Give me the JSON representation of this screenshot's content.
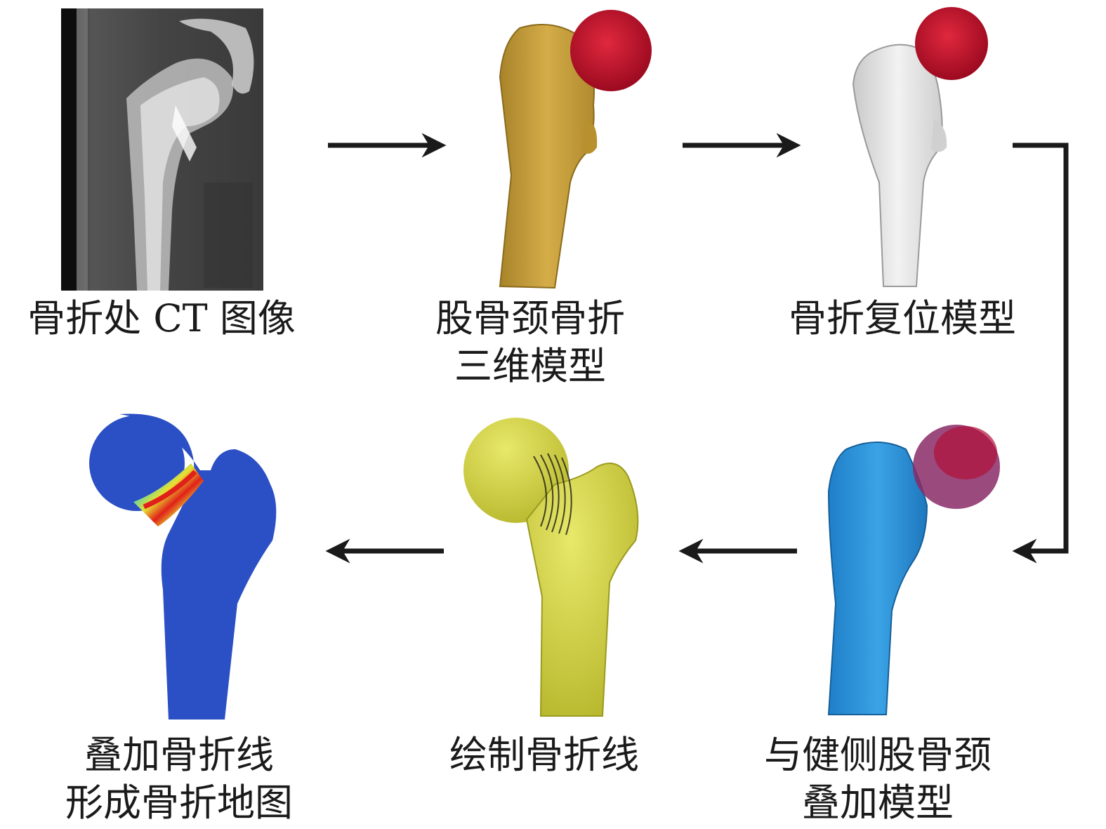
{
  "steps": [
    {
      "lines": [
        "骨折处 CT 图像"
      ]
    },
    {
      "lines": [
        "股骨颈骨折",
        "三维模型"
      ]
    },
    {
      "lines": [
        "骨折复位模型"
      ]
    },
    {
      "lines": [
        "与健侧股骨颈",
        "叠加模型"
      ]
    },
    {
      "lines": [
        "绘制骨折线"
      ]
    },
    {
      "lines": [
        "叠加骨折线",
        "形成骨折地图"
      ]
    }
  ],
  "colors": {
    "arrow": "#1a1a1a",
    "ct_background": "#2a2a2a",
    "bone_gold": "#c9a23c",
    "fragment_red": "#c8102e",
    "bone_white": "#e6e6e6",
    "bone_blue": "#2b8fd6",
    "overlay_purple": "#8a2a66",
    "bone_yellow": "#d4d43a",
    "map_blue": "#2b4fc4",
    "map_red": "#e0201a"
  }
}
